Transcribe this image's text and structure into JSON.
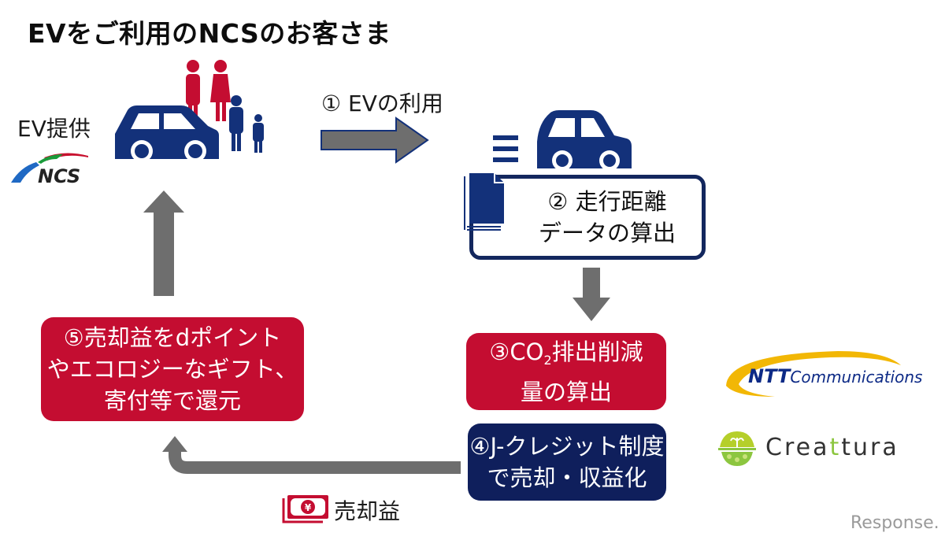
{
  "title": "EVをご利用のNCSのお客さま",
  "provider": {
    "label": "EV提供",
    "logo_text": "NCS"
  },
  "steps": {
    "step1": {
      "label": "① EVの利用"
    },
    "step2": {
      "line1": "②  走行距離",
      "line2": "データの算出"
    },
    "step3": {
      "line1_prefix": "③CO",
      "line1_sub": "2",
      "line1_suffix": "排出削減",
      "line2": "量の算出"
    },
    "step4": {
      "line1": "④J-クレジット制度",
      "line2": "で売却・収益化"
    },
    "step5": {
      "line1": "⑤売却益をdポイント",
      "line2": "やエコロジーなギフト、",
      "line2b": "寄付等で還元"
    }
  },
  "partners": {
    "ntt": {
      "bold": "NTT",
      "rest": "Communications"
    },
    "creattura": {
      "pre": "Crea",
      "accent": "t",
      "post": "tura"
    }
  },
  "proceeds": {
    "label": "売却益",
    "currency_symbol": "¥"
  },
  "watermark": "Response.",
  "colors": {
    "red": "#c40d31",
    "navy": "#0f1f5c",
    "arrow_gray": "#6e6e6e",
    "icon_blue": "#13317a"
  }
}
